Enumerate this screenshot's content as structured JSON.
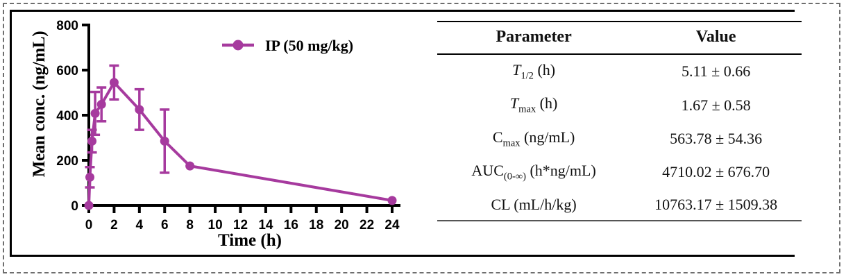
{
  "chart_data": {
    "type": "line",
    "title": "",
    "xlabel": "Time (h)",
    "ylabel": "Mean conc. (ng/mL)",
    "xlim": [
      0,
      24
    ],
    "ylim": [
      0,
      800
    ],
    "xticks": [
      0,
      2,
      4,
      6,
      8,
      10,
      12,
      14,
      16,
      18,
      20,
      22,
      24
    ],
    "xtick_labels": [
      "0",
      "2",
      "4",
      "6",
      "8",
      "10",
      "12",
      "14",
      "16",
      "18",
      "20",
      "22",
      "24"
    ],
    "yticks": [
      0,
      200,
      400,
      600,
      800
    ],
    "ytick_labels": [
      "0",
      "200",
      "400",
      "600",
      "800"
    ],
    "grid": false,
    "legend_position": "top-center",
    "series": [
      {
        "name": "IP (50 mg/kg)",
        "color": "#A63A9E",
        "marker": "circle",
        "x": [
          0,
          0.083,
          0.25,
          0.5,
          1,
          2,
          4,
          6,
          8,
          24
        ],
        "values": [
          0,
          125,
          285,
          408,
          448,
          545,
          425,
          285,
          175,
          22
        ],
        "errors": [
          0,
          45,
          50,
          95,
          75,
          75,
          90,
          140,
          0,
          0
        ]
      }
    ]
  },
  "legend": {
    "entries": [
      {
        "label": "IP (50 mg/kg)",
        "color": "#A63A9E"
      }
    ]
  },
  "table": {
    "headers": [
      "Parameter",
      "Value"
    ],
    "rows": [
      {
        "param_main": "T",
        "param_sub": "1/2",
        "param_unit": " (h)",
        "param_italic": true,
        "param_plain": "T1/2 (h)",
        "value": "5.11 ± 0.66"
      },
      {
        "param_main": "T",
        "param_sub": "max",
        "param_unit": " (h)",
        "param_italic": true,
        "param_plain": "Tmax (h)",
        "value": "1.67 ± 0.58"
      },
      {
        "param_main": "C",
        "param_sub": "max",
        "param_unit": " (ng/mL)",
        "param_italic": false,
        "param_plain": "Cmax (ng/mL)",
        "value": "563.78 ± 54.36"
      },
      {
        "param_main": "AUC",
        "param_sub": "(0-∞)",
        "param_unit": " (h*ng/mL)",
        "param_italic": false,
        "param_plain": "AUC(0-∞) (h*ng/mL)",
        "value": "4710.02 ± 676.70"
      },
      {
        "param_main": "CL",
        "param_sub": "",
        "param_unit": " (mL/h/kg)",
        "param_italic": false,
        "param_plain": "CL (mL/h/kg)",
        "value": "10763.17 ± 1509.38"
      }
    ]
  }
}
